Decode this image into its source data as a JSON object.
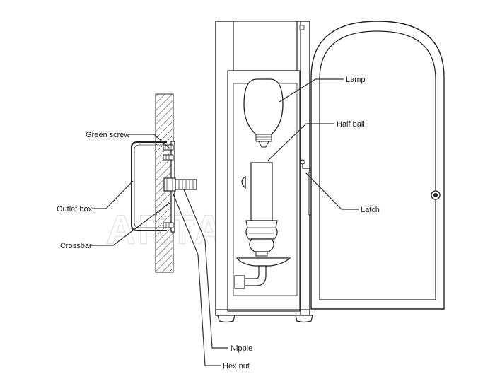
{
  "labels": {
    "lamp": "Lamp",
    "half_ball": "Half ball",
    "green_screw": "Green screw",
    "latch": "Latch",
    "outlet_box": "Outlet box",
    "crossbar": "Crossbar",
    "nipple": "Nipple",
    "hex_nut": "Hex nut"
  },
  "watermark": "ARTANT"
}
